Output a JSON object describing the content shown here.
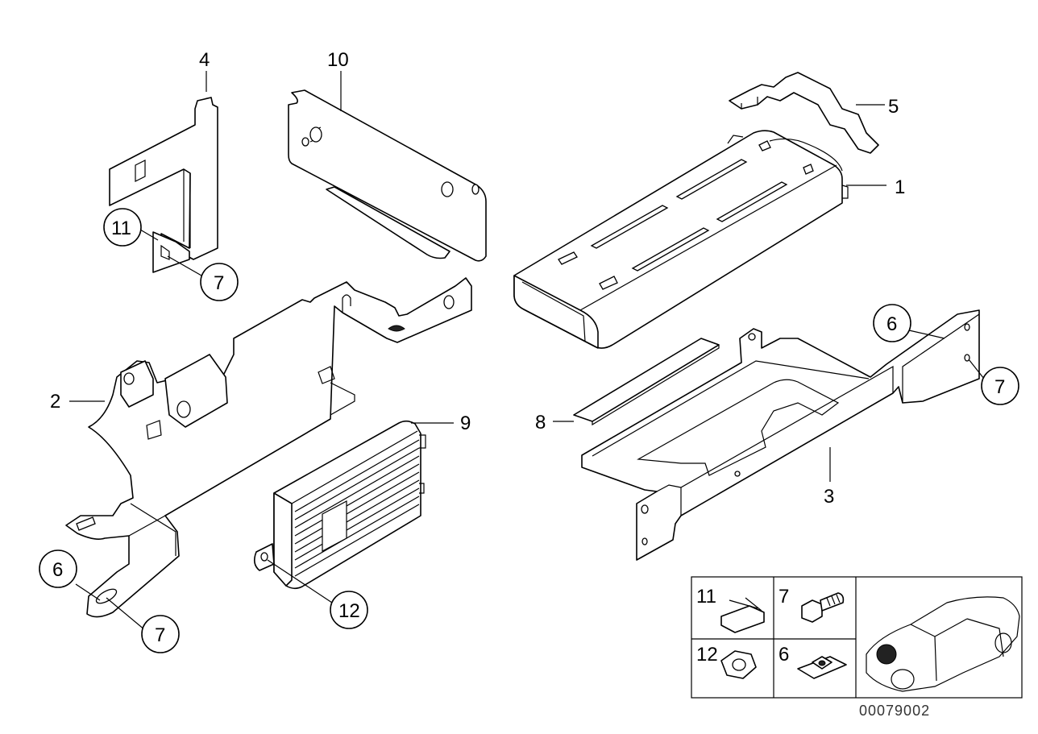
{
  "callouts": {
    "c1": "1",
    "c2": "2",
    "c3": "3",
    "c4": "4",
    "c5": "5",
    "c6a": "6",
    "c6b": "6",
    "c7a": "7",
    "c7b": "7",
    "c7c": "7",
    "c8": "8",
    "c9": "9",
    "c10": "10",
    "c11": "11",
    "c12": "12"
  },
  "legend": {
    "k11": "11",
    "k7": "7",
    "k12": "12",
    "k6": "6"
  },
  "reference_number": "00079002"
}
